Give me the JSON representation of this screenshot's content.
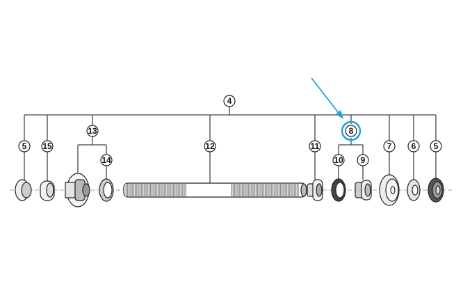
{
  "diagram": {
    "type": "exploded-parts-diagram",
    "highlight_color": "#1ba3e0",
    "highlighted_callout": "8",
    "callouts": {
      "c4": "4",
      "c5_left": "5",
      "c15": "15",
      "c13": "13",
      "c14": "14",
      "c12": "12",
      "c11": "11",
      "c8": "8",
      "c10": "10",
      "c9": "9",
      "c7": "7",
      "c6": "6",
      "c5_right": "5"
    }
  }
}
